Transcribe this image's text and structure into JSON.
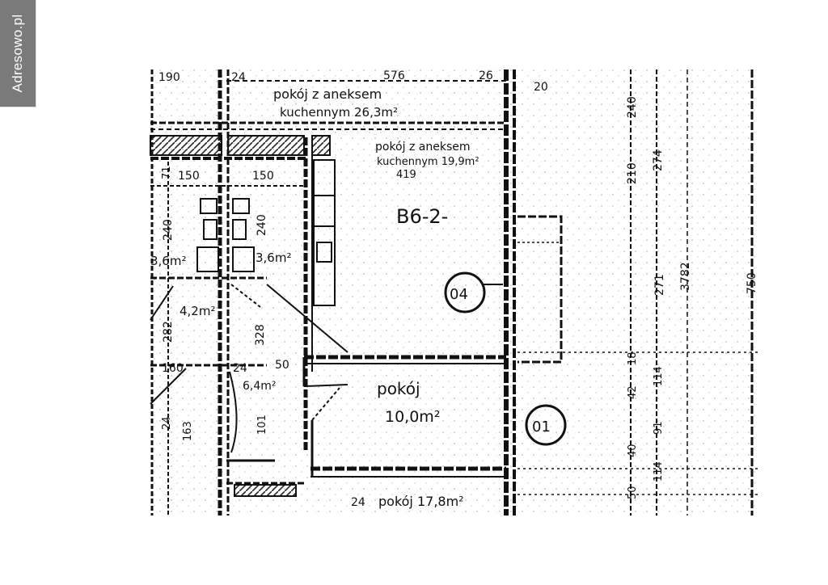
{
  "watermark": "Adresowo.pl",
  "plan": {
    "unit_code": "B6-2-",
    "room_top_a": "pokój z aneksem",
    "room_top_b": "kuchennym 26,3m²",
    "room_main_a": "pokój z aneksem",
    "room_main_b": "kuchennym 19,9m²",
    "room_main_dim": "419",
    "room_mid_a": "pokój",
    "room_mid_b": "10,0m²",
    "room_bottom": "pokój 17,8m²",
    "area_bath_left": "3,6m²",
    "area_bath_right": "3,6m²",
    "area_hall_left": "4,2m²",
    "area_hall_right": "6,4m²",
    "marker_04": "04",
    "marker_01": "01",
    "dims": {
      "d190": "190",
      "d24a": "24",
      "d576": "576",
      "d26": "26",
      "d20": "20",
      "d150a": "150",
      "d150b": "150",
      "d71": "71",
      "d240a": "240",
      "d240b": "240",
      "d282": "282",
      "d328": "328",
      "d160": "160",
      "d24b": "24",
      "d50": "50",
      "d24c": "24",
      "d163": "163",
      "d101": "101",
      "d24d": "24",
      "r210": "210",
      "r240": "240",
      "r274": "274",
      "r271": "271",
      "r3782": "3782",
      "r750": "750",
      "r18": "18",
      "r42": "42",
      "r114a": "114",
      "r91": "91",
      "r40": "40",
      "r50": "50",
      "r114b": "114"
    }
  }
}
